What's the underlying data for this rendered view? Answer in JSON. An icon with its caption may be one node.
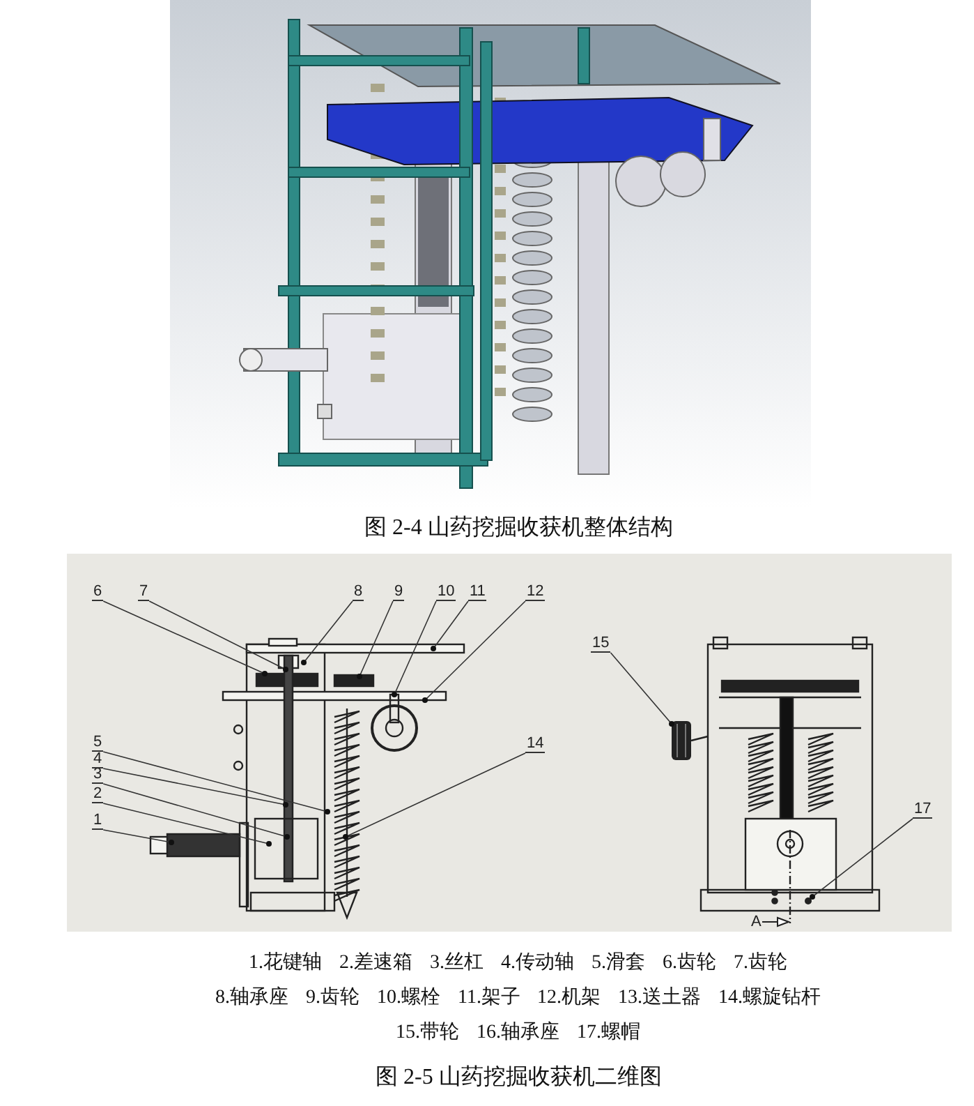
{
  "diagram": {
    "caption": "图 2-5 山药挖掘收获机二维图",
    "nodes": [
      {
        "text": [
          "1"
        ]
      },
      {
        "text": [
          "2"
        ]
      },
      {
        "text": [
          "3"
        ]
      },
      {
        "text": [
          "4"
        ]
      },
      {
        "text": [
          "5"
        ]
      },
      {
        "text": [
          "6"
        ]
      },
      {
        "text": [
          "7"
        ]
      },
      {
        "text": [
          "8"
        ]
      },
      {
        "text": [
          "9"
        ]
      },
      {
        "text": [
          "10"
        ]
      },
      {
        "text": [
          "11"
        ]
      },
      {
        "text": [
          "12"
        ]
      },
      {
        "text": [
          "14"
        ]
      },
      {
        "text": [
          "15"
        ]
      },
      {
        "text": [
          "17"
        ]
      },
      {
        "text": [],
        "shape": "picture"
      },
      {
        "text": [],
        "shape": "circle"
      }
    ],
    "edges": [
      {
        "from": 0,
        "to": null,
        "arrow": "other"
      },
      {
        "from": 1,
        "to": null,
        "arrow": "other"
      },
      {
        "from": 2,
        "to": null,
        "arrow": "other"
      },
      {
        "from": 3,
        "to": null,
        "arrow": "other"
      },
      {
        "from": 4,
        "to": null,
        "arrow": "other"
      },
      {
        "from": 5,
        "to": null,
        "arrow": "other"
      },
      {
        "from": 6,
        "to": null,
        "arrow": "other"
      },
      {
        "from": 7,
        "to": null,
        "arrow": "other"
      },
      {
        "from": 8,
        "to": null,
        "arrow": "other"
      },
      {
        "from": 9,
        "to": null,
        "arrow": "other"
      },
      {
        "from": 10,
        "to": null,
        "arrow": "other"
      },
      {
        "from": 11,
        "to": null,
        "arrow": "other"
      },
      {
        "from": 12,
        "to": null,
        "arrow": "other"
      },
      {
        "from": 13,
        "to": 15,
        "arrow": "other"
      },
      {
        "from": 14,
        "to": 16,
        "arrow": "other"
      }
    ],
    "labels": [
      "图 2-4  山药挖掘收获机整体结构",
      "A",
      "1.花键轴",
      "2.差速箱",
      "3.丝杠",
      "4.传动轴",
      "5.滑套",
      "6.齿轮",
      "7.齿轮",
      "8.轴承座",
      "9.齿轮",
      "10.螺栓",
      "11.架子",
      "12.机架",
      "13.送土器",
      "14.螺旋钻杆",
      "15.带轮",
      "16.轴承座",
      "17.螺帽"
    ]
  }
}
